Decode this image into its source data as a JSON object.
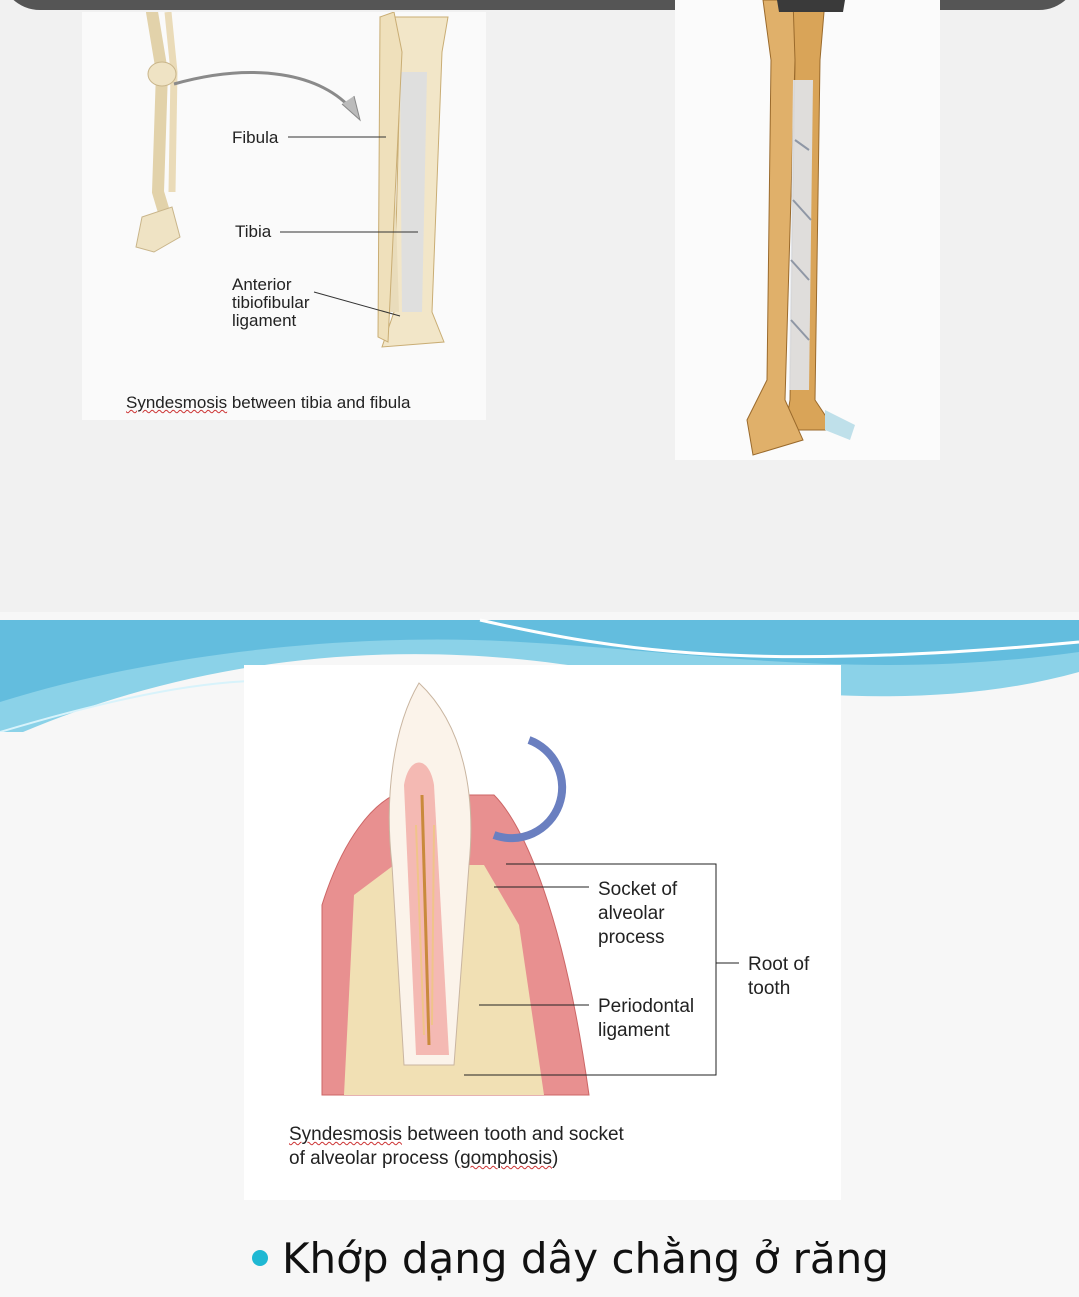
{
  "leg_figure": {
    "labels": {
      "fibula": "Fibula",
      "tibia": "Tibia",
      "ligament": "Anterior\ntibiofibular\nligament"
    },
    "caption_term": "Syndesmosis",
    "caption_rest": " between tibia and fibula"
  },
  "tooth_figure": {
    "labels": {
      "socket": "Socket of\nalveolar\nprocess",
      "root": "Root of\ntooth",
      "periodontal": "Periodontal\nligament"
    },
    "caption_line1_term": "Syndesmosis",
    "caption_line1_rest": " between tooth and socket",
    "caption_line2_start": "of alveolar process (",
    "caption_line2_term": "gomphosis",
    "caption_line2_end": ")"
  },
  "bullet": {
    "text": "Khớp dạng dây chằng ở răng",
    "color": "#1fb8d3"
  },
  "colors": {
    "bone": "#ecd8a8",
    "bone_dark": "#c79a52",
    "gum": "#e88a8a",
    "accent": "#4fc3e0",
    "spinner": "#6a7fc0"
  }
}
